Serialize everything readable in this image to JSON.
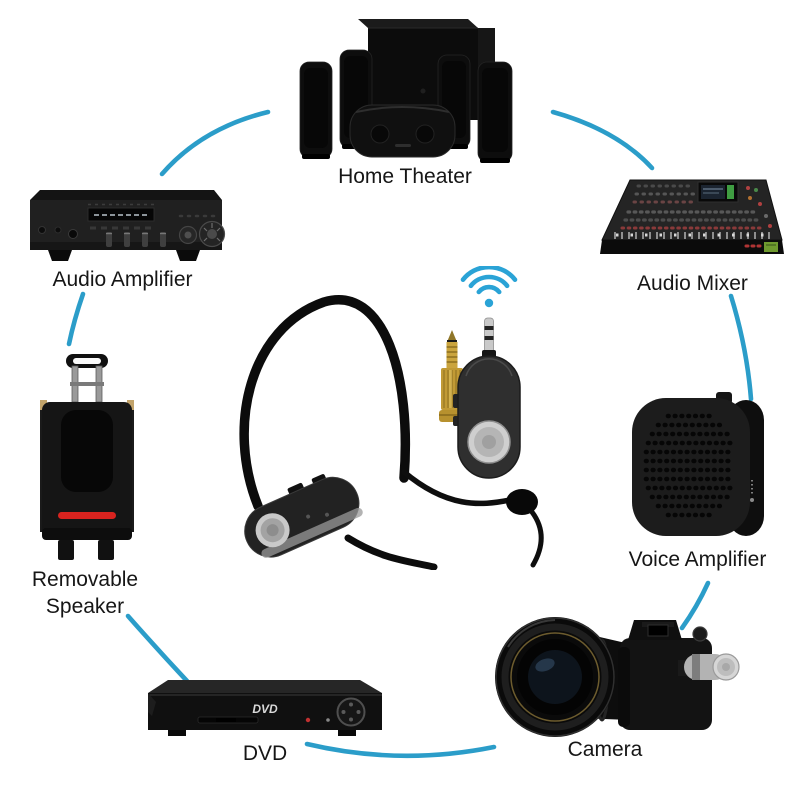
{
  "figure": {
    "type": "product-compatibility-diagram",
    "center_device": {
      "name": "wireless headset microphone set",
      "parts": [
        "headset-microphone",
        "mic-windscreen",
        "6.35mm-gold-adapter",
        "wireless-receiver",
        "wifi-signal-icon"
      ]
    },
    "connections": [
      {
        "from": "home-theater",
        "to": "audio-amplifier"
      },
      {
        "from": "home-theater",
        "to": "audio-mixer"
      },
      {
        "from": "audio-amplifier",
        "to": "removable-speaker"
      },
      {
        "from": "audio-mixer",
        "to": "voice-amplifier"
      },
      {
        "from": "removable-speaker",
        "to": "dvd"
      },
      {
        "from": "dvd",
        "to": "camera"
      },
      {
        "from": "voice-amplifier",
        "to": "camera"
      }
    ]
  },
  "devices": {
    "home_theater": {
      "label": "Home Theater"
    },
    "audio_amplifier": {
      "label": "Audio Amplifier"
    },
    "audio_mixer": {
      "label": "Audio Mixer"
    },
    "removable_speaker": {
      "label_line1": "Removable",
      "label_line2": "Speaker"
    },
    "voice_amplifier": {
      "label": "Voice Amplifier"
    },
    "dvd": {
      "label": "DVD",
      "logo": "DVD"
    },
    "camera": {
      "label": "Camera"
    }
  },
  "colors": {
    "arrow": "#2b9dc9",
    "wifi_icon": "#2aa3d6",
    "label_text": "#161616",
    "speaker_red_stripe": "#d8231f",
    "adapter_gold": "#c9a43e",
    "background": "#ffffff"
  }
}
